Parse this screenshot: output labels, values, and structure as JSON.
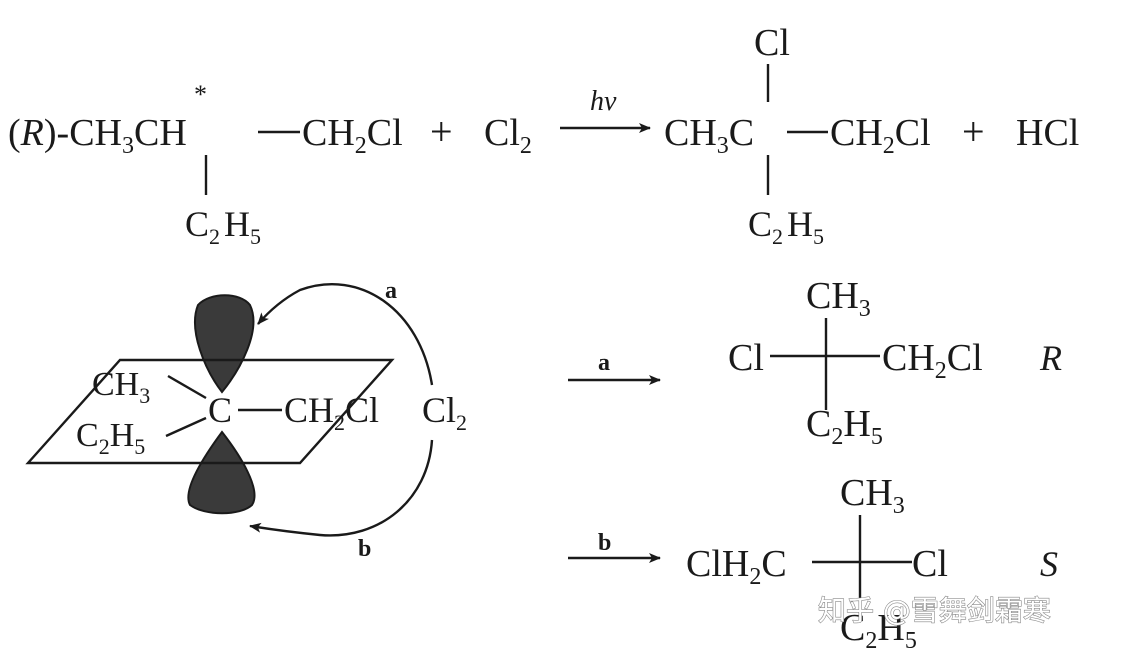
{
  "reaction": {
    "prefix": "(",
    "config": "R",
    "prefix_close": ")-",
    "reactant_ch3": "CH",
    "sub_3": "3",
    "chiral_star": "*",
    "reactant_ch": "CH",
    "reactant_ch2cl": "CH",
    "sub_2": "2",
    "cl": "Cl",
    "plus": "+",
    "cl2": "Cl",
    "condition": "hν",
    "product_cl_top": "Cl",
    "product_ch3": "CH",
    "product_c": "C",
    "product_ch2cl": "CH",
    "hcl": "HCl",
    "c2h5_c": "C",
    "c2h5_h": "H",
    "sub_5": "5"
  },
  "mechanism": {
    "path_a": "a",
    "path_b": "b",
    "radical_c": "C",
    "ch3": "CH",
    "c2h5_c": "C",
    "c2h5_h": "H",
    "ch2cl": "CH",
    "cl": "Cl",
    "reagent": "Cl",
    "sub_2": "2",
    "sub_3": "3",
    "sub_5": "5"
  },
  "products": {
    "a": {
      "arrow_label": "a",
      "top": "CH",
      "left": "Cl",
      "right": "CH",
      "right_tail": "Cl",
      "bottom_c": "C",
      "bottom_h": "H",
      "config": "R"
    },
    "b": {
      "arrow_label": "b",
      "top": "CH",
      "left": "ClH",
      "left_tail": "C",
      "right": "Cl",
      "bottom_c": "C",
      "bottom_h": "H",
      "config": "S"
    }
  },
  "watermark": "知乎 @雪舞剑霜寒",
  "colors": {
    "ink": "#1a1a1a",
    "lobe": "#3a3a3a",
    "watermark": "#ffffff"
  }
}
